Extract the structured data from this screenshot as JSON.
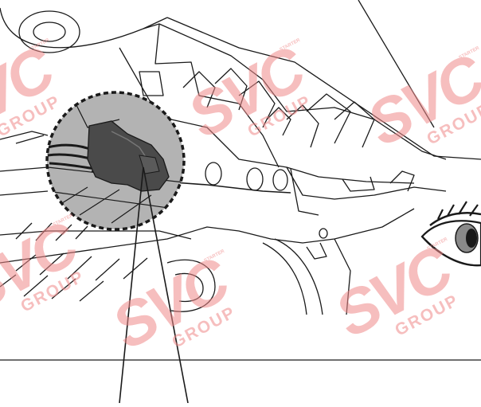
{
  "watermark": {
    "brand": "SVC",
    "sub": "GROUP",
    "tiny": "STARTER",
    "color": "#f08a8a"
  },
  "colors": {
    "line": "#1a1a1a",
    "zoom_fill": "#b3b3b3",
    "connector": "#4a4a4a",
    "eye_iris": "#8a8a8a"
  },
  "icons": {
    "viewpoint": "eye-icon",
    "zoom": "magnifier-callout"
  }
}
